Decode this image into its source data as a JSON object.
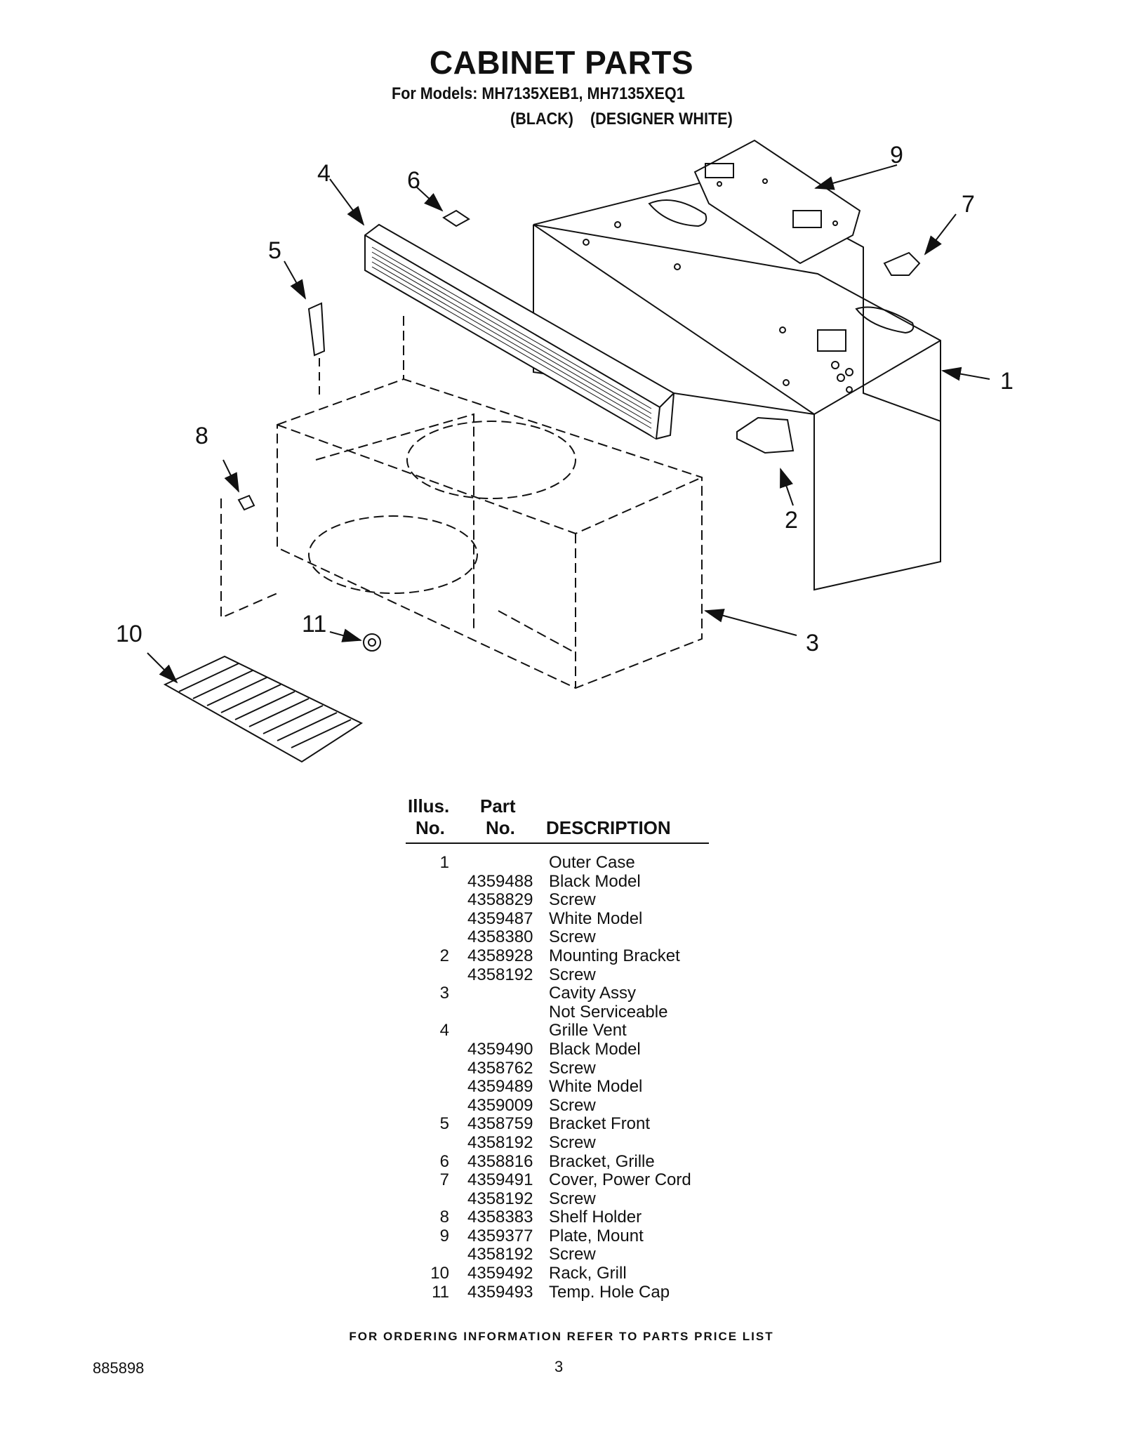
{
  "header": {
    "title": "CABINET PARTS",
    "models_line": "For Models: MH7135XEB1, MH7135XEQ1",
    "color_black": "(BLACK)",
    "color_white": "(DESIGNER WHITE)"
  },
  "callouts": [
    "1",
    "2",
    "3",
    "4",
    "5",
    "6",
    "7",
    "8",
    "9",
    "10",
    "11"
  ],
  "table": {
    "header_illus_1": "Illus.",
    "header_illus_2": "No.",
    "header_part_1": "Part",
    "header_part_2": "No.",
    "header_desc": "DESCRIPTION",
    "rows": [
      {
        "illus": "1",
        "part": "",
        "desc": "Outer Case"
      },
      {
        "illus": "",
        "part": "4359488",
        "desc": "Black Model"
      },
      {
        "illus": "",
        "part": "4358829",
        "desc": "Screw"
      },
      {
        "illus": "",
        "part": "4359487",
        "desc": "White Model"
      },
      {
        "illus": "",
        "part": "4358380",
        "desc": "Screw"
      },
      {
        "illus": "2",
        "part": "4358928",
        "desc": "Mounting Bracket"
      },
      {
        "illus": "",
        "part": "4358192",
        "desc": "Screw"
      },
      {
        "illus": "3",
        "part": "",
        "desc": "Cavity Assy"
      },
      {
        "illus": "",
        "part": "",
        "desc": "Not Serviceable"
      },
      {
        "illus": "4",
        "part": "",
        "desc": "Grille Vent"
      },
      {
        "illus": "",
        "part": "4359490",
        "desc": "Black Model"
      },
      {
        "illus": "",
        "part": "4358762",
        "desc": "Screw"
      },
      {
        "illus": "",
        "part": "4359489",
        "desc": "White Model"
      },
      {
        "illus": "",
        "part": "4359009",
        "desc": "Screw"
      },
      {
        "illus": "5",
        "part": "4358759",
        "desc": "Bracket Front"
      },
      {
        "illus": "",
        "part": "4358192",
        "desc": "Screw"
      },
      {
        "illus": "6",
        "part": "4358816",
        "desc": "Bracket, Grille"
      },
      {
        "illus": "7",
        "part": "4359491",
        "desc": "Cover, Power Cord"
      },
      {
        "illus": "",
        "part": "4358192",
        "desc": "Screw"
      },
      {
        "illus": "8",
        "part": "4358383",
        "desc": "Shelf Holder"
      },
      {
        "illus": "9",
        "part": "4359377",
        "desc": "Plate, Mount"
      },
      {
        "illus": "",
        "part": "4358192",
        "desc": "Screw"
      },
      {
        "illus": "10",
        "part": "4359492",
        "desc": "Rack, Grill"
      },
      {
        "illus": "11",
        "part": "4359493",
        "desc": "Temp. Hole Cap"
      }
    ]
  },
  "footer": {
    "ordering_note": "FOR ORDERING INFORMATION REFER TO PARTS PRICE LIST",
    "doc_number": "885898",
    "page_number": "3"
  }
}
